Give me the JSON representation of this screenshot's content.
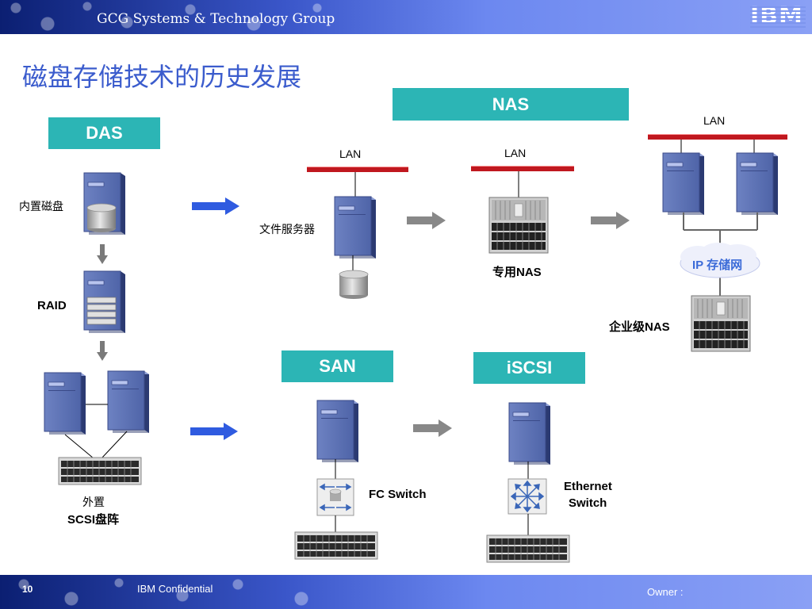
{
  "header": {
    "group": "GCG Systems & Technology Group",
    "logo": "IBM"
  },
  "title": "磁盘存储技术的历史发展",
  "sections": {
    "das": "DAS",
    "nas": "NAS",
    "san": "SAN",
    "iscsi": "iSCSI"
  },
  "labels": {
    "internal_disk": "内置磁盘",
    "raid": "RAID",
    "external_1": "外置",
    "external_2": "SCSI盘阵",
    "file_server": "文件服务器",
    "lan_1": "LAN",
    "lan_2": "LAN",
    "lan_3": "LAN",
    "dedicated_nas": "专用NAS",
    "enterprise_nas": "企业级NAS",
    "ip_network": "IP 存储网",
    "fc_switch": "FC Switch",
    "ethernet_1": "Ethernet",
    "ethernet_2": "Switch"
  },
  "footer": {
    "page": "10",
    "confidential": "IBM Confidential",
    "owner": "Owner :"
  },
  "colors": {
    "accent_box": "#2cb5b5",
    "title": "#3b5ccd",
    "lan_bar": "#c0181f",
    "arrow_blue": "#2f5be0",
    "arrow_gray": "#888888"
  }
}
